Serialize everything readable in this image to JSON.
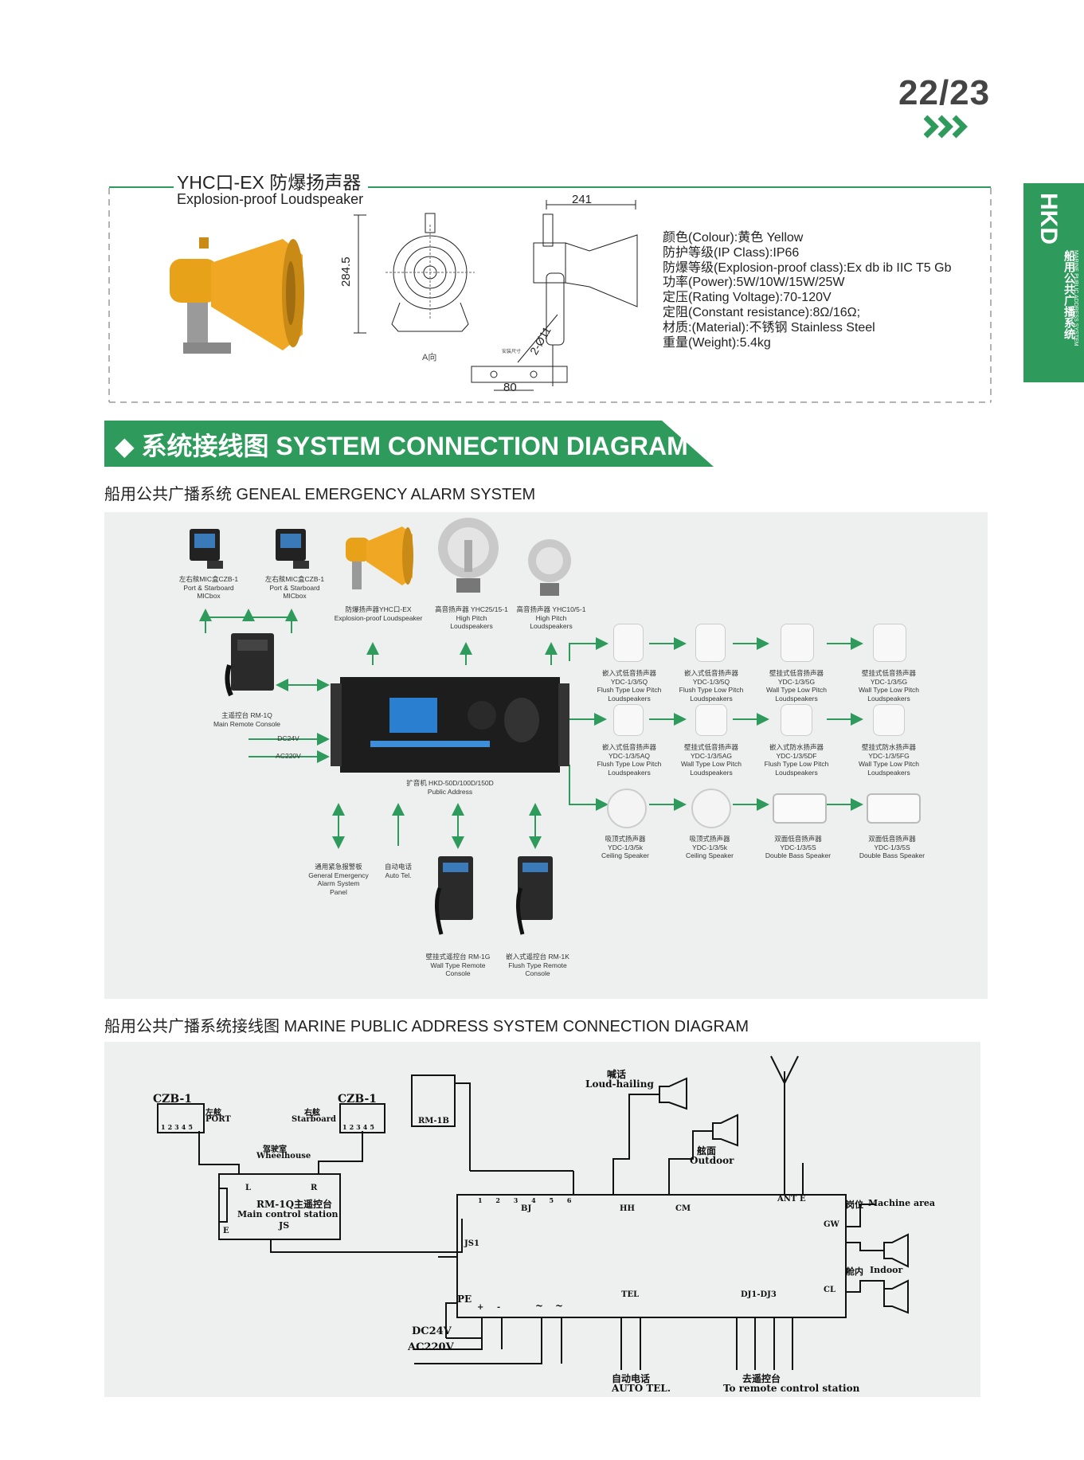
{
  "header": {
    "page_number": "22/23"
  },
  "side_tab": {
    "brand": "HKD",
    "title_cn": "船用公共广播系统",
    "title_en": "MARINE PUBLIC ADDRESS SYSTEM"
  },
  "product": {
    "title": "YHC口-EX 防爆扬声器",
    "subtitle": "Explosion-proof Loudspeaker",
    "dimensions": {
      "height": "284.5",
      "width": "241",
      "base": "80",
      "hole": "2-Ø11",
      "view_label": "A向",
      "mount_label": "安装尺寸"
    },
    "specs": [
      "颜色(Colour):黄色 Yellow",
      "防护等级(IP Class):IP66",
      "防爆等级(Explosion-proof class):Ex db ib IIC T5 Gb",
      "功率(Power):5W/10W/15W/25W",
      "定压(Rating Voltage):70-120V",
      "定阻(Constant resistance):8Ω/16Ω;",
      "材质:(Material):不锈钢 Stainless Steel",
      "重量(Weight):5.4kg"
    ]
  },
  "banner": {
    "text": "◆ 系统接线图  SYSTEM CONNECTION DIAGRAM"
  },
  "section1": {
    "title": "船用公共广播系统 GENEAL EMERGENCY ALARM SYSTEM",
    "top_devices": [
      {
        "cn": "左右舷MIC盒CZB-1",
        "en1": "Port & Starboard",
        "en2": "MICbox"
      },
      {
        "cn": "左右舷MIC盒CZB-1",
        "en1": "Port & Starboard",
        "en2": "MICbox"
      },
      {
        "cn": "防爆扬声器YHC口-EX",
        "en1": "Explosion-proof Loudspeaker",
        "en2": ""
      },
      {
        "cn": "高音扬声器 YHC25/15-1",
        "en1": "High Pitch",
        "en2": "Loudspeakers"
      },
      {
        "cn": "高音扬声器 YHC10/5-1",
        "en1": "High Pitch",
        "en2": "Loudspeakers"
      }
    ],
    "main_console": {
      "cn": "主遥控台 RM-1Q",
      "en": "Main Remote Console"
    },
    "dc_label": "DC24V",
    "ac_label": "AC220V",
    "amplifier": {
      "cn": "扩音机 HKD-50D/100D/150D",
      "en": "Public Address"
    },
    "bottom_devices": [
      {
        "l1": "通用紧急报警板",
        "l2": "General Emergency",
        "l3": "Alarm System",
        "l4": "Panel"
      },
      {
        "l1": "自动电话",
        "l2": "Auto Tel.",
        "l3": "",
        "l4": ""
      },
      {
        "l1": "壁挂式遥控台 RM-1G",
        "l2": "Wall Type Remote",
        "l3": "Console",
        "l4": ""
      },
      {
        "l1": "嵌入式遥控台 RM-1K",
        "l2": "Flush Type Remote",
        "l3": "Console",
        "l4": ""
      }
    ],
    "speaker_grid": [
      {
        "cn": "嵌入式低音扬声器",
        "model": "YDC-1/3/5Q",
        "en1": "Flush Type Low Pitch",
        "en2": "Loudspeakers"
      },
      {
        "cn": "嵌入式低音扬声器",
        "model": "YDC-1/3/5Q",
        "en1": "Flush Type Low Pitch",
        "en2": "Loudspeakers"
      },
      {
        "cn": "壁挂式低音扬声器",
        "model": "YDC-1/3/5G",
        "en1": "Wall Type Low Pitch",
        "en2": "Loudspeakers"
      },
      {
        "cn": "壁挂式低音扬声器",
        "model": "YDC-1/3/5G",
        "en1": "Wall Type Low Pitch",
        "en2": "Loudspeakers"
      },
      {
        "cn": "嵌入式低音扬声器",
        "model": "YDC-1/3/5AQ",
        "en1": "Flush Type Low Pitch",
        "en2": "Loudspeakers"
      },
      {
        "cn": "壁挂式低音扬声器",
        "model": "YDC-1/3/5AG",
        "en1": "Wall Type Low Pitch",
        "en2": "Loudspeakers"
      },
      {
        "cn": "嵌入式防水扬声器",
        "model": "YDC-1/3/5DF",
        "en1": "Flush Type Low Pitch",
        "en2": "Loudspeakers"
      },
      {
        "cn": "壁挂式防水扬声器",
        "model": "YDC-1/3/5FG",
        "en1": "Wall Type Low Pitch",
        "en2": "Loudspeakers"
      },
      {
        "cn": "吸顶式扬声器",
        "model": "YDC-1/3/5k",
        "en1": "Ceiling Speaker",
        "en2": ""
      },
      {
        "cn": "吸顶式扬声器",
        "model": "YDC-1/3/5k",
        "en1": "Ceiling Speaker",
        "en2": ""
      },
      {
        "cn": "双面低音扬声器",
        "model": "YDC-1/3/5S",
        "en1": "Double Bass Speaker",
        "en2": ""
      },
      {
        "cn": "双面低音扬声器",
        "model": "YDC-1/3/5S",
        "en1": "Double Bass Speaker",
        "en2": ""
      }
    ]
  },
  "section2": {
    "title": "船用公共广播系统接线图 MARINE PUBLIC ADDRESS SYSTEM CONNECTION DIAGRAM",
    "labels": {
      "czb_left": "CZB-1",
      "czb_right": "CZB-1",
      "port_cn": "左舷",
      "port_en": "PORT",
      "stbd_cn": "右舷",
      "stbd_en": "Starboard",
      "wheel_cn": "驾驶室",
      "wheel_en": "Wheelhouse",
      "rm1q": "RM-1Q主遥控台",
      "main_station": "Main control station",
      "rm1b": "RM-1B",
      "bj": "BJ",
      "js1": "JS1",
      "js": "JS",
      "pe": "PE",
      "loud_cn": "喊话",
      "loud_en": "Loud-hailing",
      "out_cn": "舷面",
      "out_en": "Outdoor",
      "hh": "HH",
      "cm": "CM",
      "ant": "ANT",
      "e": "E",
      "machine_cn": "岗位",
      "machine_en": "Machine area",
      "gw": "GW",
      "indoor_cn": "舱内",
      "indoor_en": "Indoor",
      "cl": "CL",
      "tel": "TEL",
      "dj": "DJ1-DJ3",
      "dc24v": "DC24V",
      "ac220v": "AC220V",
      "auto_cn": "自动电话",
      "auto_en": "AUTO TEL.",
      "remote_cn": "去遥控台",
      "remote_en": "To remote control station",
      "l": "L",
      "r": "R",
      "pin1": "1",
      "pin2": "2",
      "pin3": "3",
      "pin4": "4",
      "pin5": "5",
      "pin6": "6",
      "plus": "+",
      "minus": "-",
      "tilde": "~"
    }
  }
}
